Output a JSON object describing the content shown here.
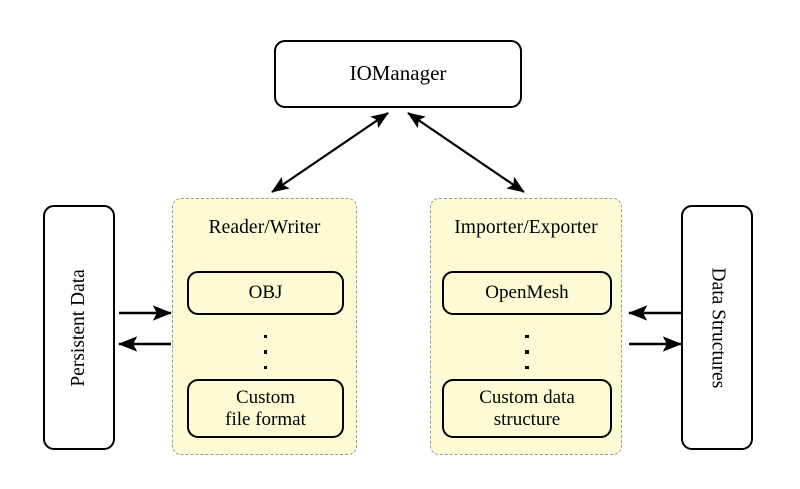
{
  "diagram": {
    "title_node": {
      "label": "IOManager"
    },
    "left_store": {
      "label": "Persistent Data"
    },
    "right_store": {
      "label": "Data Structures"
    },
    "groups": [
      {
        "name": "reader-writer",
        "title": "Reader/Writer",
        "items": [
          {
            "label": "OBJ"
          },
          {
            "label": "Custom\nfile format"
          }
        ],
        "ellipsis": "vertical-dots"
      },
      {
        "name": "importer-exporter",
        "title": "Importer/Exporter",
        "items": [
          {
            "label": "OpenMesh"
          },
          {
            "label": "Custom data\nstructure"
          }
        ],
        "ellipsis": "vertical-dots"
      }
    ],
    "connectors": [
      {
        "name": "iomanager-readerwriter",
        "style": "double-headed"
      },
      {
        "name": "iomanager-importerexporter",
        "style": "double-headed"
      },
      {
        "name": "persistentdata-to-readerwriter",
        "style": "single-headed-right"
      },
      {
        "name": "readerwriter-to-persistentdata",
        "style": "single-headed-left"
      },
      {
        "name": "datastructures-to-importerexporter",
        "style": "single-headed-left"
      },
      {
        "name": "importerexporter-to-datastructures",
        "style": "single-headed-right"
      }
    ],
    "colors": {
      "group_fill": "#fcfbd3",
      "group_border": "#9a9a9a",
      "node_border": "#000000",
      "background": "#ffffff"
    }
  }
}
